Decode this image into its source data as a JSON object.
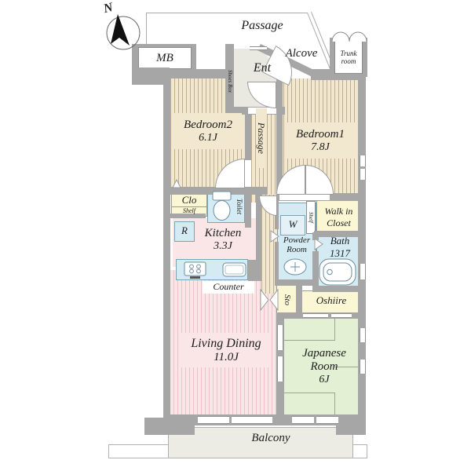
{
  "colors": {
    "wall": "#a6a6a6",
    "walledge": "#7f7f7f",
    "beige": "#f1e8cf",
    "beigestripe": "#bcae8e",
    "pink": "#fae6e7",
    "pinkstripe": "#ecc2ca",
    "blue": "#d4ebf3",
    "blueborder": "#7aa3b6",
    "yellow": "#fbf6d3",
    "green": "#e3f0d3",
    "entgray": "#e9e8e1",
    "balconybg": "#edece4",
    "ink": "#1c1c1c"
  },
  "compass": {
    "north": "N"
  },
  "common_area": {
    "passage": "Passage",
    "alcove": "Alcove",
    "mb": "MB",
    "trunk_line1": "Trunk",
    "trunk_line2": "room"
  },
  "entrance": {
    "ent": "Ent",
    "shoes_box": "Shoes Box"
  },
  "rooms": {
    "bedroom2": {
      "name": "Bedroom2",
      "size": "6.1J"
    },
    "bedroom1": {
      "name": "Bedroom1",
      "size": "7.8J"
    },
    "inner_passage": {
      "name": "Passage"
    },
    "clo": {
      "name": "Clo",
      "shelf": "Shelf"
    },
    "toilet": {
      "name": "Toilet"
    },
    "fridge": {
      "label": "R"
    },
    "kitchen": {
      "name": "Kitchen",
      "size": "3.3J"
    },
    "counter": {
      "label": "Counter"
    },
    "washer": {
      "label": "W"
    },
    "shelf": {
      "label": "Shelf"
    },
    "powder": {
      "line1": "Powder",
      "line2": "Room"
    },
    "walk_in_closet": {
      "line1": "Walk in",
      "line2": "Closet"
    },
    "bath": {
      "name": "Bath",
      "size": "1317"
    },
    "sto": {
      "name": "Sto"
    },
    "oshiire": {
      "name": "Oshiire"
    },
    "living_dining": {
      "name": "Living Dining",
      "size": "11.0J"
    },
    "japanese_room": {
      "line1": "Japanese",
      "line2": "Room",
      "size": "6J"
    },
    "balcony": {
      "name": "Balcony"
    }
  }
}
